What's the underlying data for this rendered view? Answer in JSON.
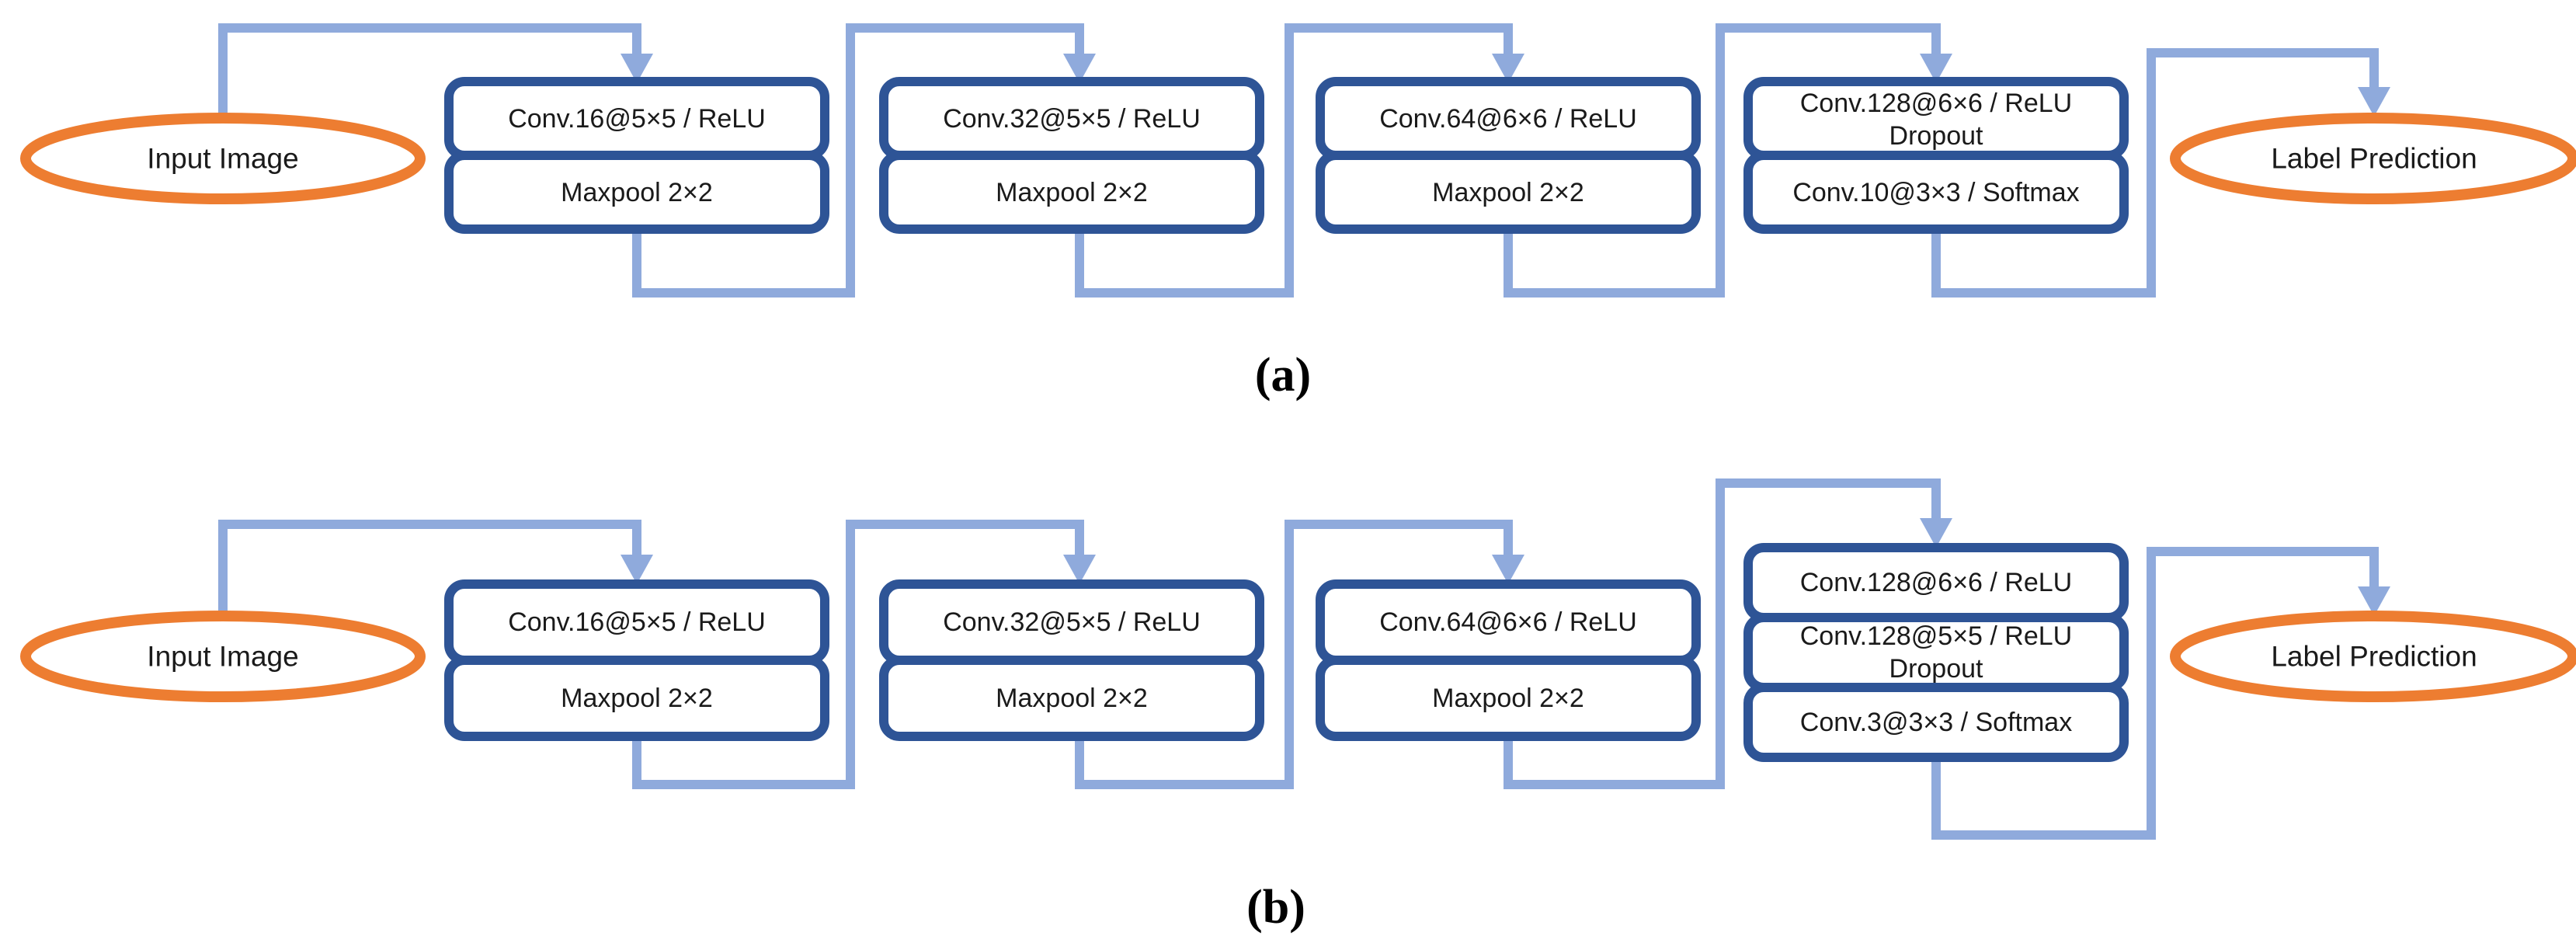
{
  "figure": {
    "background": "#FFFFFF",
    "colors": {
      "box_border": "#2E5496",
      "connector": "#8FAADC",
      "ellipse_border": "#ED7D31",
      "text": "#1A1A1A"
    },
    "caption_a": "(a)",
    "caption_b": "(b)",
    "diagram_a": {
      "input_label": "Input Image",
      "output_label": "Label Prediction",
      "groups": [
        {
          "rows": [
            {
              "lines": [
                "Conv.16@5×5 / ReLU"
              ]
            },
            {
              "lines": [
                "Maxpool 2×2"
              ]
            }
          ]
        },
        {
          "rows": [
            {
              "lines": [
                "Conv.32@5×5 / ReLU"
              ]
            },
            {
              "lines": [
                "Maxpool 2×2"
              ]
            }
          ]
        },
        {
          "rows": [
            {
              "lines": [
                "Conv.64@6×6 / ReLU"
              ]
            },
            {
              "lines": [
                "Maxpool 2×2"
              ]
            }
          ]
        },
        {
          "rows": [
            {
              "lines": [
                "Conv.128@6×6 / ReLU",
                "Dropout"
              ]
            },
            {
              "lines": [
                "Conv.10@3×3 / Softmax"
              ]
            }
          ]
        }
      ]
    },
    "diagram_b": {
      "input_label": "Input Image",
      "output_label": "Label Prediction",
      "groups": [
        {
          "rows": [
            {
              "lines": [
                "Conv.16@5×5 / ReLU"
              ]
            },
            {
              "lines": [
                "Maxpool 2×2"
              ]
            }
          ]
        },
        {
          "rows": [
            {
              "lines": [
                "Conv.32@5×5 / ReLU"
              ]
            },
            {
              "lines": [
                "Maxpool 2×2"
              ]
            }
          ]
        },
        {
          "rows": [
            {
              "lines": [
                "Conv.64@6×6 / ReLU"
              ]
            },
            {
              "lines": [
                "Maxpool 2×2"
              ]
            }
          ]
        },
        {
          "rows": [
            {
              "lines": [
                "Conv.128@6×6 / ReLU"
              ]
            },
            {
              "lines": [
                "Conv.128@5×5 / ReLU",
                "Dropout"
              ]
            },
            {
              "lines": [
                "Conv.3@3×3 / Softmax"
              ]
            }
          ]
        }
      ]
    }
  }
}
